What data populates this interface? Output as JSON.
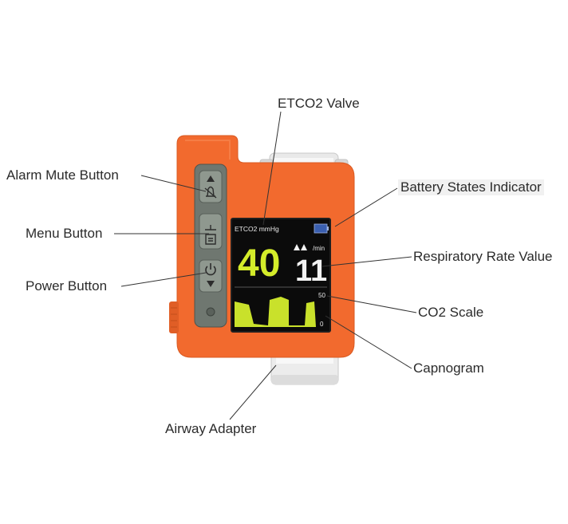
{
  "labels": {
    "etco2_valve": "ETCO2 Valve",
    "alarm_mute_button": "Alarm Mute Button",
    "menu_button": "Menu Button",
    "power_button": "Power Button",
    "battery_states_indicator": "Battery States Indicator",
    "respiratory_rate_value": "Respiratory Rate Value",
    "co2_scale": "CO2 Scale",
    "capnogram": "Capnogram",
    "airway_adapter": "Airway Adapter"
  },
  "screen": {
    "etco2_label": "ETCO2 mmHg",
    "etco2_value": "40",
    "rr_unit": "/min",
    "rr_value": "11",
    "scale_max": "50",
    "scale_min": "0"
  },
  "colors": {
    "device_body": "#f26a2e",
    "screen_bg": "#0b0b0b",
    "screen_value": "#d4ec2a",
    "label_text": "#2b2b2b",
    "leader_line": "#333333"
  },
  "icons": {
    "alarm_mute": "bell-mute-icon",
    "menu": "menu-icon",
    "power": "power-icon",
    "warning": "warning-triangle-icon",
    "battery": "battery-icon"
  }
}
